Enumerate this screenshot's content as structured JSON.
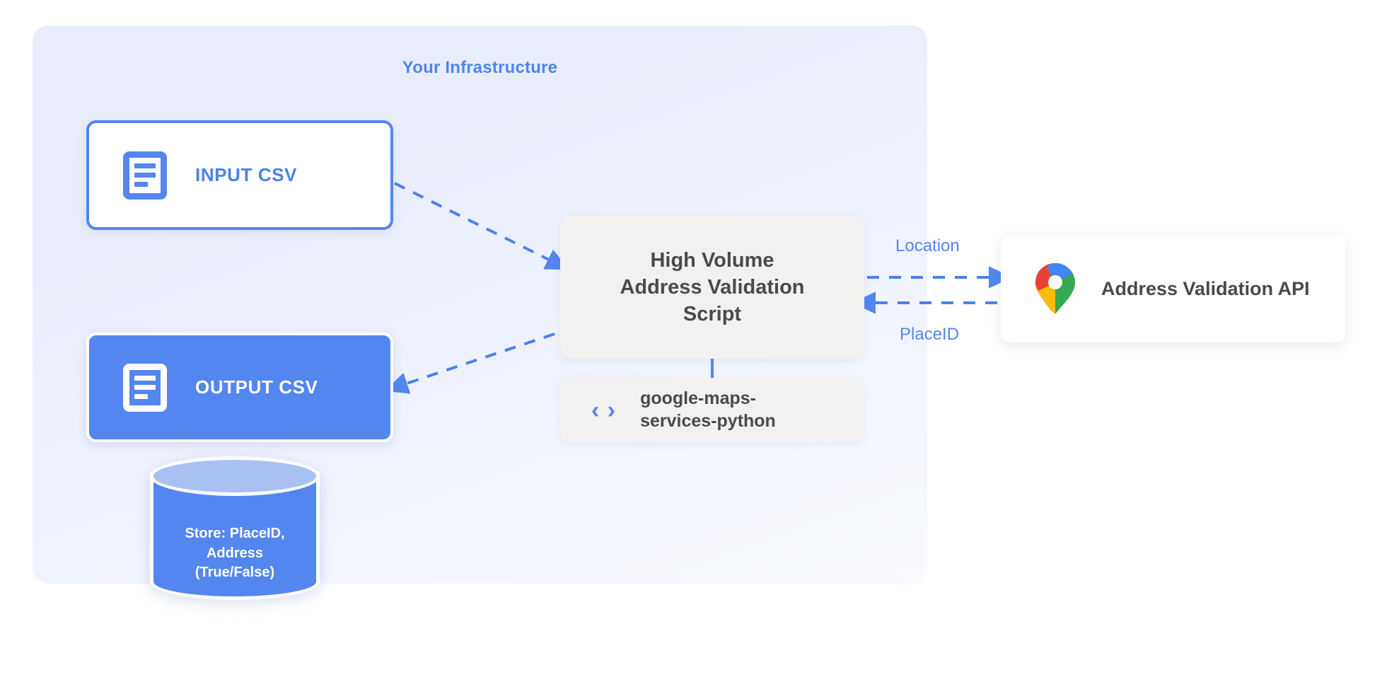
{
  "diagram": {
    "title": "Your Infrastructure",
    "accent_blue": "#5386ee",
    "panel_blue": "#e8ecfb",
    "box_gray": "#f2f1ef",
    "text_dark": "#4a4a48"
  },
  "nodes": {
    "input_csv": {
      "label": "INPUT CSV",
      "icon": "document-icon"
    },
    "output_csv": {
      "label": "OUTPUT CSV",
      "icon": "document-icon"
    },
    "script": {
      "label": "High Volume\nAddress Validation\nScript"
    },
    "library": {
      "label": "google-maps-\nservices-python",
      "icon": "code-brackets-icon",
      "icon_glyph": "‹ ›"
    },
    "api": {
      "label": "Address Validation API",
      "icon": "google-maps-pin-icon"
    },
    "database": {
      "label": "Store: PlaceID,\nAddress\n(True/False)",
      "icon": "database-cylinder-icon"
    }
  },
  "edges": {
    "location": "Location",
    "placeid": "PlaceID"
  },
  "icon_colors": {
    "maps_pin_blue": "#4285f4",
    "maps_pin_red": "#ea4335",
    "maps_pin_yellow": "#fbbc05",
    "maps_pin_green": "#34a853"
  }
}
